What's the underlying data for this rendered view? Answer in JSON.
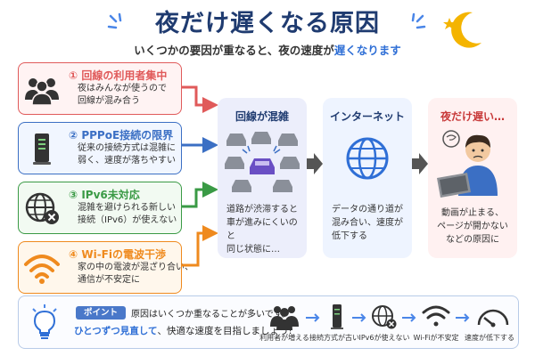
{
  "header": {
    "title": "夜だけ遅くなる原因",
    "subtitle_pre": "いくつかの要因が重なると、夜の速度が",
    "subtitle_hl": "遅くなります"
  },
  "causes": [
    {
      "title": "① 回線の利用者集中",
      "desc1": "夜はみんなが使うので",
      "desc2": "回線が混み合う",
      "color": "#e05a5a",
      "bg": "#fff3f3",
      "icon": "users-icon"
    },
    {
      "title": "② PPPoE接続の限界",
      "desc1": "従来の接続方式は混雑に",
      "desc2": "弱く、速度が落ちやすい",
      "color": "#3b6fc4",
      "bg": "#f1f6ff",
      "icon": "router-icon"
    },
    {
      "title": "③ IPv6未対応",
      "desc1": "混雑を避けられる新しい",
      "desc2": "接続（IPv6）が使えない",
      "color": "#3a9a45",
      "bg": "#f2faf2",
      "icon": "globe-x-icon"
    },
    {
      "title": "④ Wi-Fiの電波干渉",
      "desc1": "家の中の電波が混ざり合い、",
      "desc2": "通信が不安定に",
      "color": "#ef8a1e",
      "bg": "#fff7ec",
      "icon": "wifi-icon"
    }
  ],
  "panels": {
    "congestion": {
      "title": "回線が混雑",
      "desc1": "道路が渋滞すると",
      "desc2": "車が進みにくいのと",
      "desc3": "同じ状態に…"
    },
    "internet": {
      "title": "インターネット",
      "desc1": "データの通り道が",
      "desc2": "混み合い、速度が",
      "desc3": "低下する"
    },
    "slow": {
      "title": "夜だけ遅い…",
      "desc1": "動画が止まる、",
      "desc2": "ページが開かない",
      "desc3": "などの原因に"
    }
  },
  "point": {
    "tag": "ポイント",
    "text1": "原因はいくつか重なることが多いです。",
    "text2_hl": "ひとつずつ見直して",
    "text2_rest": "、快適な速度を目指しましょう!",
    "flow": [
      "利用者が増える",
      "接続方式が古い",
      "IPv6が使えない",
      "Wi-Fiが不安定",
      "速度が低下する"
    ]
  },
  "colors": {
    "navy": "#1f3b70",
    "accent": "#2f6fd6",
    "moon": "#f4b400"
  }
}
